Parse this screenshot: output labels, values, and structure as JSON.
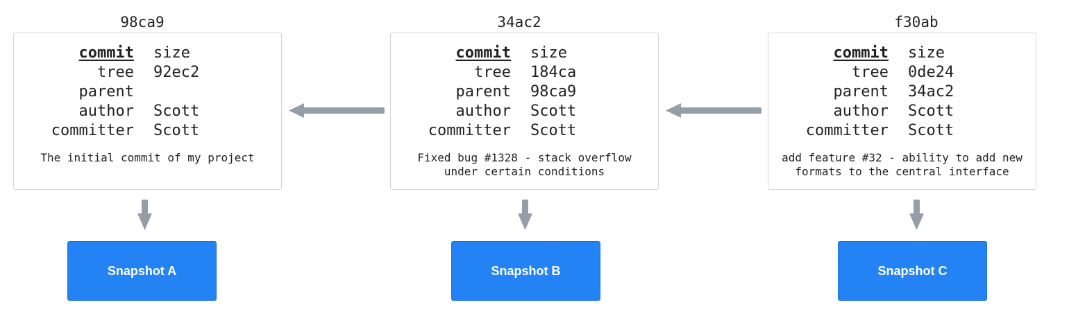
{
  "commits": [
    {
      "hash": "98ca9",
      "fields": [
        {
          "key": "commit",
          "value": "size"
        },
        {
          "key": "tree",
          "value": "92ec2"
        },
        {
          "key": "parent",
          "value": ""
        },
        {
          "key": "author",
          "value": "Scott"
        },
        {
          "key": "committer",
          "value": "Scott"
        }
      ],
      "message": "The initial commit of my project",
      "snapshot": "Snapshot A"
    },
    {
      "hash": "34ac2",
      "fields": [
        {
          "key": "commit",
          "value": "size"
        },
        {
          "key": "tree",
          "value": "184ca"
        },
        {
          "key": "parent",
          "value": "98ca9"
        },
        {
          "key": "author",
          "value": "Scott"
        },
        {
          "key": "committer",
          "value": "Scott"
        }
      ],
      "message": "Fixed bug #1328 - stack overflow\nunder certain conditions",
      "snapshot": "Snapshot B"
    },
    {
      "hash": "f30ab",
      "fields": [
        {
          "key": "commit",
          "value": "size"
        },
        {
          "key": "tree",
          "value": "0de24"
        },
        {
          "key": "parent",
          "value": "34ac2"
        },
        {
          "key": "author",
          "value": "Scott"
        },
        {
          "key": "committer",
          "value": "Scott"
        }
      ],
      "message": "add feature #32 - ability to add new\nformats to the central interface",
      "snapshot": "Snapshot C"
    }
  ],
  "colors": {
    "arrow": "#959ea7",
    "snapshot_fill": "#2383f5",
    "card_border": "#d5d5d5"
  }
}
